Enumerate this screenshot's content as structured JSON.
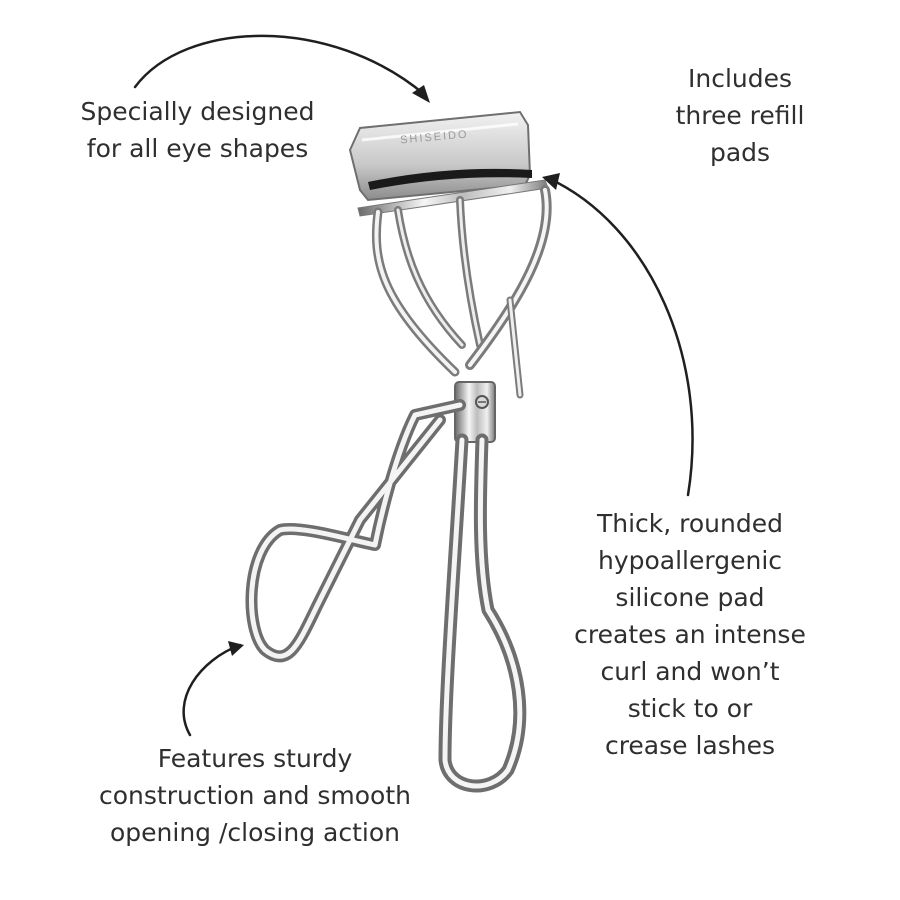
{
  "product": {
    "brand_engraving": "SHISEIDO",
    "metal_highlight": "#f4f4f4",
    "metal_shadow": "#5a5a5a",
    "pad_color": "#1a1a1a"
  },
  "callouts": {
    "eye_shapes": {
      "lines": [
        "Specially designed",
        "for all eye shapes"
      ]
    },
    "refill_pads": {
      "lines": [
        "Includes",
        "three refill",
        "pads"
      ]
    },
    "silicone_pad": {
      "lines": [
        "Thick, rounded",
        "hypoallergenic",
        "silicone pad",
        "creates an intense",
        "curl and won’t",
        "stick to or",
        "crease lashes"
      ]
    },
    "construction": {
      "lines": [
        "Features sturdy",
        "construction and smooth",
        "opening /closing action"
      ]
    }
  },
  "colors": {
    "text": "#2f2f2f",
    "arrow": "#1f1f1f",
    "background": "#ffffff"
  }
}
